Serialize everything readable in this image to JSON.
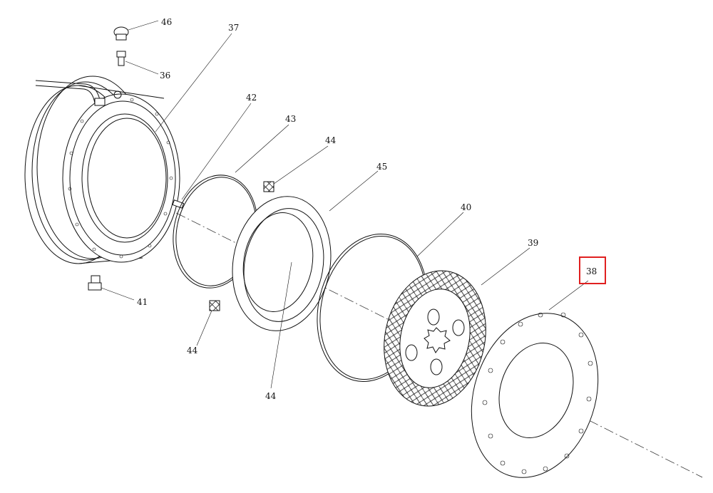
{
  "callouts": {
    "p46": "46",
    "p36": "36",
    "p37": "37",
    "p42": "42",
    "p43": "43",
    "p44a": "44",
    "p45": "45",
    "p40": "40",
    "p39": "39",
    "p38": "38",
    "p41": "41",
    "p44b": "44",
    "p44c": "44"
  },
  "highlight": {
    "target": "38",
    "color": "#e02020"
  }
}
